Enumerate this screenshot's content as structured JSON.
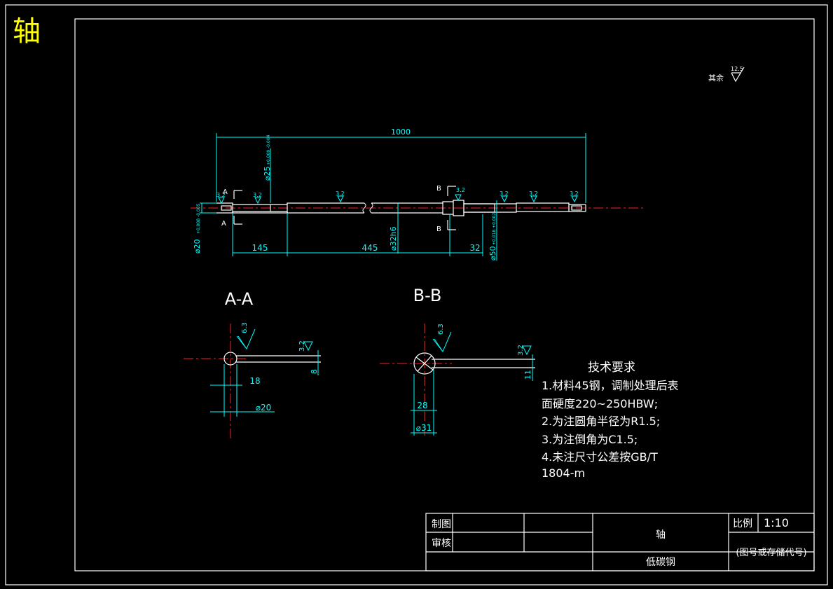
{
  "drawing": {
    "big_title": "轴",
    "roughness_other": {
      "label": "其余",
      "value": "12.5"
    }
  },
  "main_view": {
    "overall_length": "1000",
    "dim_145": "145",
    "dim_445": "445",
    "dim_32": "32",
    "dia_20": "⌀20",
    "dia_20_tol": "+0.008 -0.005",
    "dia_25": "⌀25",
    "dia_25_tol": "+0.009 -0.004",
    "dia_32": "⌀32h6",
    "dia_50": "⌀50",
    "dia_50_tol": "+0.018 +0.002",
    "roughness": "3.2",
    "section_a": "A",
    "section_b": "B"
  },
  "section_aa": {
    "title": "A-A",
    "roughness_63": "6.3",
    "roughness_32": "3.2",
    "dim_8": "8",
    "dim_18": "18",
    "dim_dia": "⌀20"
  },
  "section_bb": {
    "title": "B-B",
    "roughness_63": "6.3",
    "roughness_32": "3.2",
    "dim_11": "11",
    "dim_28": "28",
    "dim_dia": "⌀31"
  },
  "tech_requirements": {
    "title": "技术要求",
    "lines": [
      "1.材料45钢，调制处理后表",
      "面硬度220~250HBW;",
      "2.为注圆角半径为R1.5;",
      "3.为注倒角为C1.5;",
      "4.未注尺寸公差按GB/T",
      "1804-m"
    ]
  },
  "title_block": {
    "drawn_label": "制图",
    "checked_label": "审核",
    "part_name": "轴",
    "material": "低碳钢",
    "scale_label": "比例",
    "scale_value": "1:10",
    "drawing_no": "(图号或存储代号)"
  }
}
